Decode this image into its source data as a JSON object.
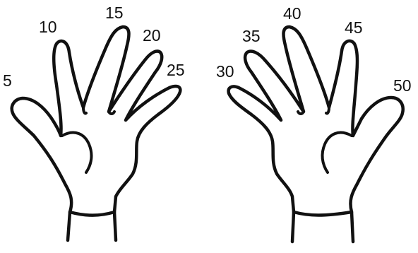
{
  "left_hand": {
    "labels": [
      "5",
      "10",
      "15",
      "20",
      "25"
    ]
  },
  "right_hand": {
    "labels": [
      "30",
      "35",
      "40",
      "45",
      "50"
    ]
  }
}
